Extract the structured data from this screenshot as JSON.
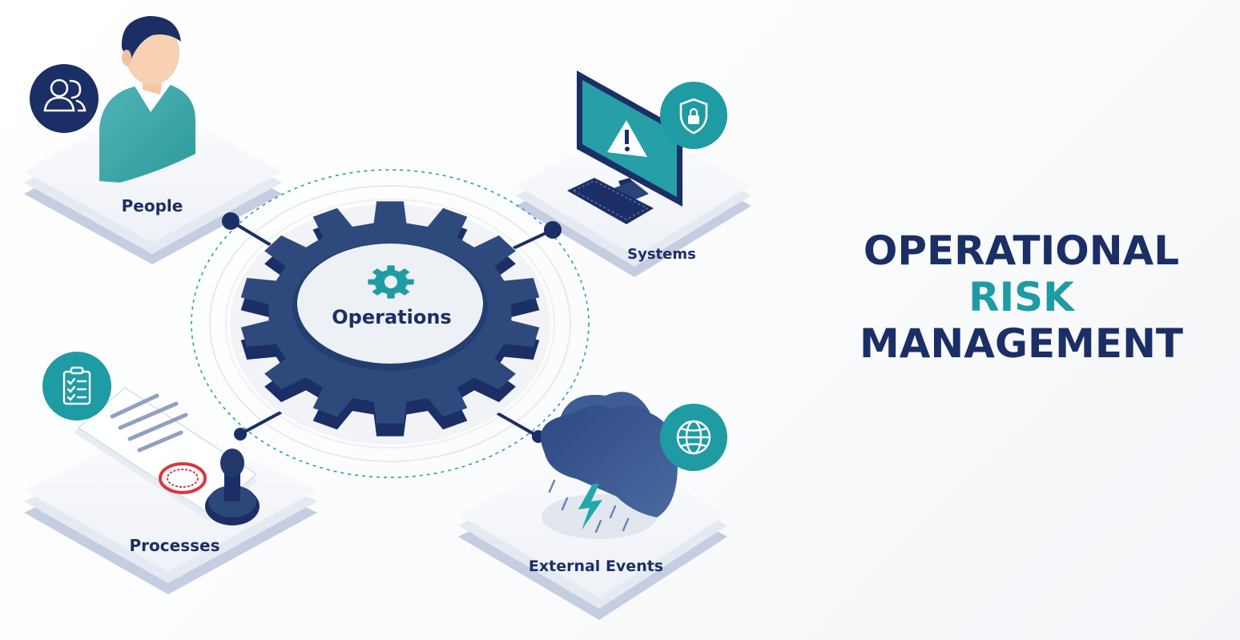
{
  "title": {
    "line1": "OPERATIONAL",
    "line2": "RISK",
    "line3": "MANAGEMENT"
  },
  "hub": {
    "label": "Operations",
    "icon": "gear-icon"
  },
  "nodes": {
    "people": {
      "label": "People",
      "badge_icon": "users-icon"
    },
    "systems": {
      "label": "Systems",
      "badge_icon": "shield-lock-icon"
    },
    "processes": {
      "label": "Processes",
      "badge_icon": "clipboard-checklist-icon"
    },
    "external_events": {
      "label": "External Events",
      "badge_icon": "globe-icon"
    }
  },
  "colors": {
    "navy": "#1b2f66",
    "gear": "#2e4a7d",
    "teal": "#1f9ba3",
    "platform": "#f2f4f8",
    "platform_edge": "#c5cde0"
  }
}
